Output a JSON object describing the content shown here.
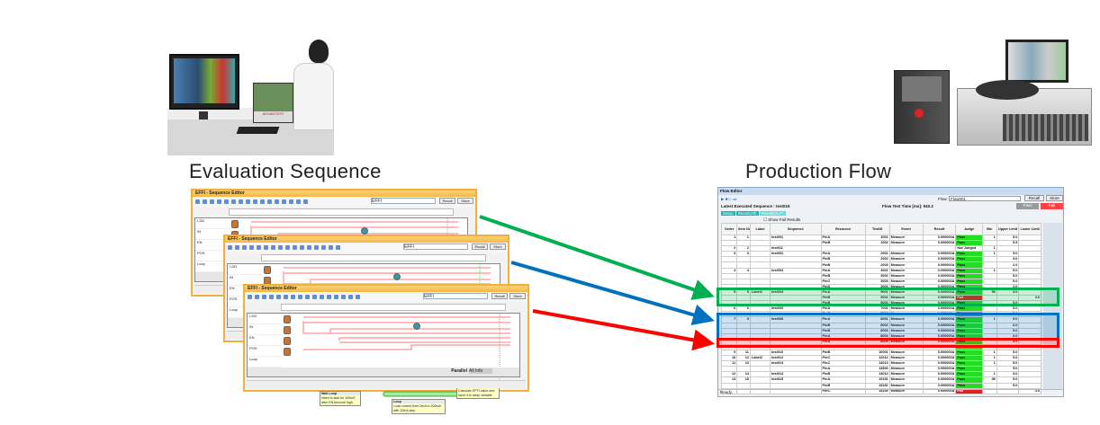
{
  "captions": {
    "left": "Evaluation Sequence",
    "right": "Production Flow"
  },
  "colors": {
    "green": "#00b050",
    "blue": "#0070c0",
    "red": "#ff0000"
  },
  "logo_text": "ADVANTEST",
  "seq_editor": {
    "title": "EFFI - Sequence Editor",
    "sequence_label": "Sequence:",
    "sequence_value": "EFFI",
    "recall": "Recall",
    "store": "Store",
    "lanes": [
      "I-DD",
      "IN",
      "EN",
      "POS",
      "Loop"
    ],
    "callouts": [
      {
        "title": "Wait Loop",
        "text": "Need to wait for 100mS after EN become high."
      },
      {
        "title": "Loop",
        "text": "Load current from 0mA to 200mA with 10mA step"
      },
      {
        "title": "Calc_Efficiency",
        "text": "Calculate EFFI value and store it to array variable."
      }
    ],
    "status_mode": "Parallel",
    "status_filter": "All Info"
  },
  "flow_editor": {
    "title": "Flow Editor",
    "flow_label": "Flow:",
    "flow_value": "Flow001",
    "recall": "Recall",
    "store": "Store",
    "latest": "Latest Executed Sequence : test015",
    "test_time": "Flow Test Time [ms]: 940.2",
    "pass": "Pass",
    "fail": "Fail",
    "tabs": [
      "Setup",
      "Result(All)",
      "Result(OUT)"
    ],
    "show_fail": "Show Fail Results",
    "columns": [
      "Order",
      "Item No.",
      "Label",
      "Sequence",
      "Resource",
      "TestID",
      "Event",
      "Result",
      "Judge",
      "Bin",
      "Upper Limit",
      "Lower Limit"
    ],
    "rows": [
      [
        "1",
        "1",
        "",
        "test001",
        "PinA",
        "1001",
        "Measure",
        "0.000000A",
        "Pass",
        "1",
        "5.0",
        ""
      ],
      [
        "",
        "",
        "",
        "",
        "PinB",
        "1002",
        "Measure",
        "0.000000A",
        "Pass",
        "",
        "5.5",
        ""
      ],
      [
        "2",
        "2",
        "",
        "test011",
        "",
        "",
        "",
        "",
        "Not Judged",
        "1",
        "",
        ""
      ],
      [
        "3",
        "3",
        "",
        "test002",
        "PinA",
        "2001",
        "Measure",
        "0.000000A",
        "Pass",
        "1",
        "5.0",
        ""
      ],
      [
        "",
        "",
        "",
        "",
        "PinB",
        "2002",
        "Measure",
        "0.000000A",
        "Pass",
        "",
        "5.0",
        ""
      ],
      [
        "",
        "",
        "",
        "",
        "PinB",
        "2003",
        "Measure",
        "0.000000A",
        "Pass",
        "",
        "2.0",
        ""
      ],
      [
        "4",
        "4",
        "",
        "test003",
        "PinA",
        "3001",
        "Measure",
        "0.000000A",
        "Pass",
        "1",
        "5.0",
        ""
      ],
      [
        "",
        "",
        "",
        "",
        "PinB",
        "3002",
        "Measure",
        "0.000000A",
        "Pass",
        "",
        "5.0",
        ""
      ],
      [
        "",
        "",
        "",
        "",
        "PinC",
        "3003",
        "Measure",
        "0.000000A",
        "Pass",
        "",
        "5.0",
        ""
      ],
      [
        "",
        "",
        "",
        "",
        "PinD",
        "3004",
        "Measure",
        "0.000000A",
        "Pass",
        "",
        "2.0",
        ""
      ],
      [
        "5",
        "5",
        "Label1",
        "test004",
        "PinA",
        "5001",
        "Measure",
        "0.000000A",
        "Pass",
        "99",
        "3.0",
        ""
      ],
      [
        "",
        "",
        "",
        "",
        "PinB",
        "5002",
        "Measure",
        "0.000000A",
        "Fail",
        "",
        "",
        "3.0"
      ],
      [
        "",
        "",
        "",
        "",
        "PinB",
        "5003",
        "Measure",
        "0.000000A",
        "Pass",
        "",
        "5.0",
        ""
      ],
      [
        "6",
        "6",
        "",
        "test005",
        "PinA",
        "7001",
        "Measure",
        "0.000000A",
        "Pass",
        "",
        "5.0",
        ""
      ],
      [
        "",
        "",
        "",
        "",
        "PinB",
        "7002",
        "Measure",
        "0.000000A",
        "Pass",
        "",
        "5.0",
        ""
      ],
      [
        "7",
        "9",
        "",
        "test008",
        "PinA",
        "8001",
        "Measure",
        "0.000000A",
        "Pass",
        "1",
        "5.0",
        ""
      ],
      [
        "",
        "",
        "",
        "",
        "PinB",
        "8002",
        "Measure",
        "0.000000A",
        "Pass",
        "",
        "6.0",
        ""
      ],
      [
        "",
        "",
        "",
        "",
        "PinB",
        "8003",
        "Measure",
        "0.000000A",
        "Pass",
        "",
        "5.0",
        ""
      ],
      [
        "",
        "",
        "",
        "",
        "PinA",
        "8004",
        "Measure",
        "0.000000A",
        "Pass",
        "",
        "6.0",
        ""
      ],
      [
        "",
        "",
        "",
        "",
        "PinA",
        "8005",
        "Measure",
        "0.000000A",
        "Pass",
        "",
        "5.0",
        ""
      ],
      [
        "8",
        "10",
        "",
        "test009",
        "PinC",
        "9001",
        "Measure",
        "0.000000A",
        "Pass",
        "1",
        "5.0",
        ""
      ],
      [
        "9",
        "11",
        "",
        "test010",
        "PinB",
        "10001",
        "Measure",
        "0.000000A",
        "Pass",
        "1",
        "5.0",
        ""
      ],
      [
        "10",
        "12",
        "Label2",
        "test012",
        "PinC",
        "12012",
        "Measure",
        "0.000000A",
        "Pass",
        "1",
        "5.0",
        ""
      ],
      [
        "11",
        "13",
        "",
        "test013",
        "PinC",
        "13013",
        "Measure",
        "0.000000A",
        "Pass",
        "1",
        "5.0",
        ""
      ],
      [
        "",
        "",
        "",
        "",
        "PinA",
        "13500",
        "Measure",
        "0.000000A",
        "Pass",
        "",
        "5.0",
        ""
      ],
      [
        "12",
        "14",
        "",
        "test014",
        "PinB",
        "14014",
        "Measure",
        "0.000000A",
        "Pass",
        "1",
        "5.0",
        ""
      ],
      [
        "13",
        "15",
        "",
        "test015",
        "PinA",
        "15151",
        "Measure",
        "0.000000A",
        "Pass",
        "99",
        "5.0",
        ""
      ],
      [
        "",
        "",
        "",
        "",
        "PinB",
        "15152",
        "Measure",
        "0.000000A",
        "Pass",
        "",
        "5.0",
        ""
      ],
      [
        "",
        "",
        "",
        "",
        "PinC",
        "15153",
        "Measure",
        "0.000000A",
        "Fail",
        "",
        "",
        "3.0"
      ]
    ],
    "status": "Ready."
  }
}
